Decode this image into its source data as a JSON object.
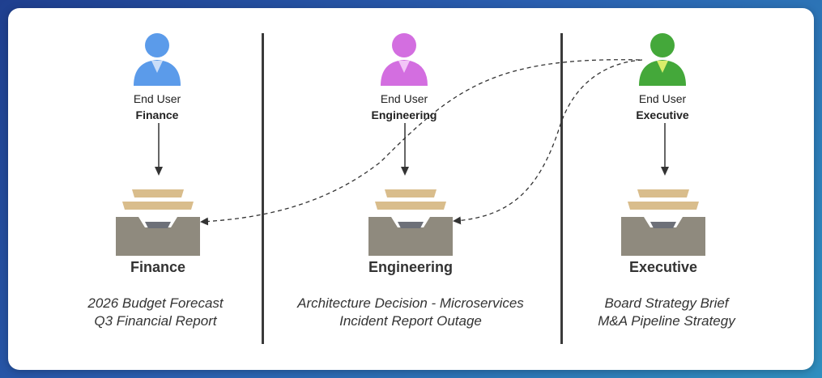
{
  "colors": {
    "finance": "#5b9bea",
    "engineering": "#d36ee0",
    "executive": "#44a83a",
    "tray_body": "#8f8a7e",
    "tray_lid": "#d9bd8c",
    "tray_slot": "#6d7078"
  },
  "columns": [
    {
      "user_title": "End User",
      "user_role": "Finance",
      "store_label": "Finance",
      "documents": [
        "2026 Budget Forecast",
        "Q3 Financial Report"
      ]
    },
    {
      "user_title": "End User",
      "user_role": "Engineering",
      "store_label": "Engineering",
      "documents": [
        "Architecture Decision - Microservices",
        "Incident Report Outage"
      ]
    },
    {
      "user_title": "End User",
      "user_role": "Executive",
      "store_label": "Executive",
      "documents": [
        "Board Strategy Brief",
        "M&A Pipeline Strategy"
      ]
    }
  ],
  "icons": {
    "user": "person-icon",
    "store": "document-tray-icon"
  }
}
